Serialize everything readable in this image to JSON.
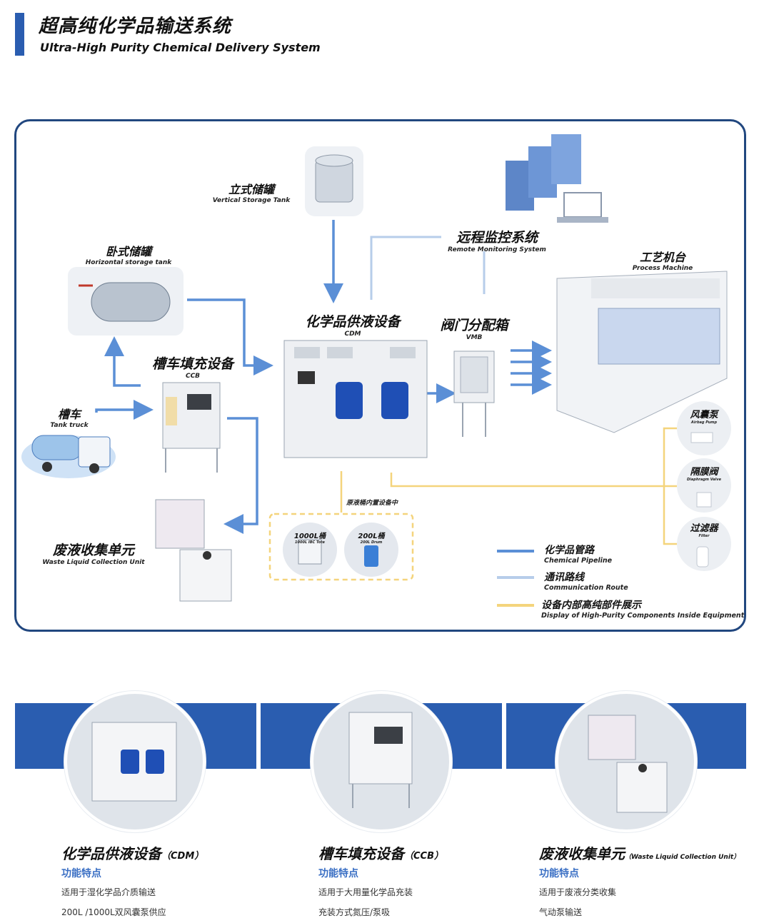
{
  "header": {
    "title_zh": "超高纯化学品输送系统",
    "title_en": "Ultra-High Purity Chemical Delivery System"
  },
  "diagram": {
    "vertical_tank": {
      "zh": "立式储罐",
      "en": "Vertical Storage Tank"
    },
    "horizontal_tank": {
      "zh": "卧式储罐",
      "en": "Horizontal storage tank"
    },
    "remote_monitoring": {
      "zh": "远程监控系统",
      "en": "Remote Monitoring System"
    },
    "process_machine": {
      "zh": "工艺机台",
      "en": "Process Machine"
    },
    "cdm": {
      "zh": "化学品供液设备",
      "en": "CDM"
    },
    "vmb": {
      "zh": "阀门分配箱",
      "en": "VMB"
    },
    "ccb": {
      "zh": "槽车填充设备",
      "en": "CCB"
    },
    "tank_truck": {
      "zh": "槽车",
      "en": "Tank truck"
    },
    "waste_unit": {
      "zh": "废液收集单元",
      "en": "Waste Liquid Collection Unit"
    },
    "inner_note": "原液桶内置设备中",
    "ibc": {
      "zh": "1000L桶",
      "en": "1000L IBC Tote"
    },
    "drum": {
      "zh": "200L桶",
      "en": "200L Drum"
    },
    "components": [
      {
        "zh": "风囊泵",
        "en": "Airbag Pump"
      },
      {
        "zh": "隔膜阀",
        "en": "Diaphragm Valve"
      },
      {
        "zh": "过滤器",
        "en": "Filter"
      }
    ],
    "legend": [
      {
        "zh": "化学品管路",
        "en": "Chemical Pipeline",
        "color": "#5b8fd6"
      },
      {
        "zh": "通讯路线",
        "en": "Communication Route",
        "color": "#b7cdea"
      },
      {
        "zh": "设备内部高纯部件展示",
        "en": "Display of High-Purity Components Inside Equipment",
        "color": "#f4d47c"
      }
    ]
  },
  "colors": {
    "brand": "#2a5db0",
    "frame": "#21477f",
    "pipeline": "#5b8fd6",
    "comm": "#b7cdea",
    "component": "#f4d47c"
  },
  "cards": [
    {
      "title": "化学品供液设备",
      "suffix": "（CDM）",
      "feature_label": "功能特点",
      "lines": [
        "适用于湿化学品介质输送",
        "200L /1000L双风囊泵供应"
      ]
    },
    {
      "title": "槽车填充设备",
      "suffix": "（CCB）",
      "feature_label": "功能特点",
      "lines": [
        "适用于大用量化学品充装",
        "充装方式氮压/泵吸"
      ]
    },
    {
      "title": "废液收集单元",
      "suffix": "（Waste Liquid Collection Unit）",
      "feature_label": "功能特点",
      "lines": [
        "适用于废液分类收集",
        "气动泵输送"
      ]
    }
  ]
}
